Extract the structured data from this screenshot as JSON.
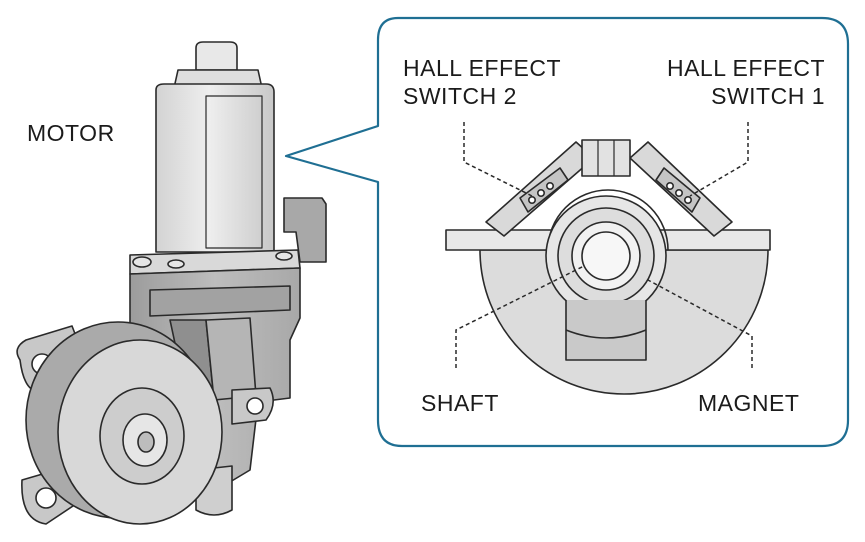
{
  "labels": {
    "motor": "MOTOR",
    "hall_switch_2": [
      "HALL EFFECT",
      "SWITCH 2"
    ],
    "hall_switch_1": [
      "HALL EFFECT",
      "SWITCH 1"
    ],
    "shaft": "SHAFT",
    "magnet": "MAGNET"
  },
  "colors": {
    "callout_border": "#1f6f93",
    "outline": "#2a2a2a",
    "body_light": "#e4e4e4",
    "body_mid": "#b9b9b9",
    "body_dark": "#8f8f8f",
    "metal": "#cfcfcf"
  }
}
